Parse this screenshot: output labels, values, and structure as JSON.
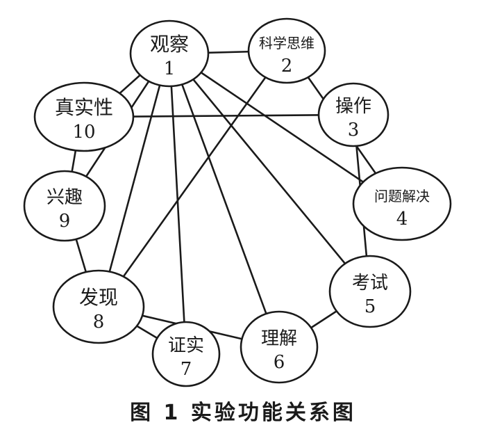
{
  "nodes": [
    {
      "id": "n1",
      "name": "观察",
      "number": "1"
    },
    {
      "id": "n2",
      "name": "科学思维",
      "number": "2"
    },
    {
      "id": "n3",
      "name": "操作",
      "number": "3"
    },
    {
      "id": "n4",
      "name": "问题解决",
      "number": "4"
    },
    {
      "id": "n5",
      "name": "考试",
      "number": "5"
    },
    {
      "id": "n6",
      "name": "理解",
      "number": "6"
    },
    {
      "id": "n7",
      "name": "证实",
      "number": "7"
    },
    {
      "id": "n8",
      "name": "发现",
      "number": "8"
    },
    {
      "id": "n9",
      "name": "兴趣",
      "number": "9"
    },
    {
      "id": "n10",
      "name": "真实性",
      "number": "10"
    }
  ],
  "edges": [
    [
      "n1",
      "n2"
    ],
    [
      "n1",
      "n10"
    ],
    [
      "n1",
      "n9"
    ],
    [
      "n1",
      "n8"
    ],
    [
      "n1",
      "n7"
    ],
    [
      "n1",
      "n6"
    ],
    [
      "n1",
      "n5"
    ],
    [
      "n1",
      "n4"
    ],
    [
      "n2",
      "n4"
    ],
    [
      "n2",
      "n8"
    ],
    [
      "n10",
      "n3"
    ],
    [
      "n10",
      "n9"
    ],
    [
      "n3",
      "n5"
    ],
    [
      "n9",
      "n8"
    ],
    [
      "n8",
      "n7"
    ],
    [
      "n8",
      "n6"
    ],
    [
      "n5",
      "n6"
    ]
  ],
  "caption": "图 1 实验功能关系图"
}
